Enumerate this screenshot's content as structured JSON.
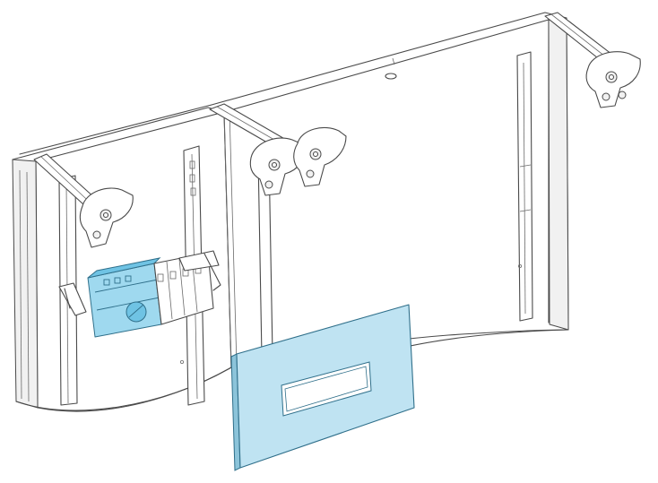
{
  "colors": {
    "background": "#ffffff",
    "outline": "#4a4a4a",
    "switch_highlight": "#9fd9ef",
    "front_plate": "#bfe3f2"
  },
  "icons": [
    "enclosure-frame",
    "rail-bracket",
    "switch-disconnector",
    "front-plate"
  ]
}
